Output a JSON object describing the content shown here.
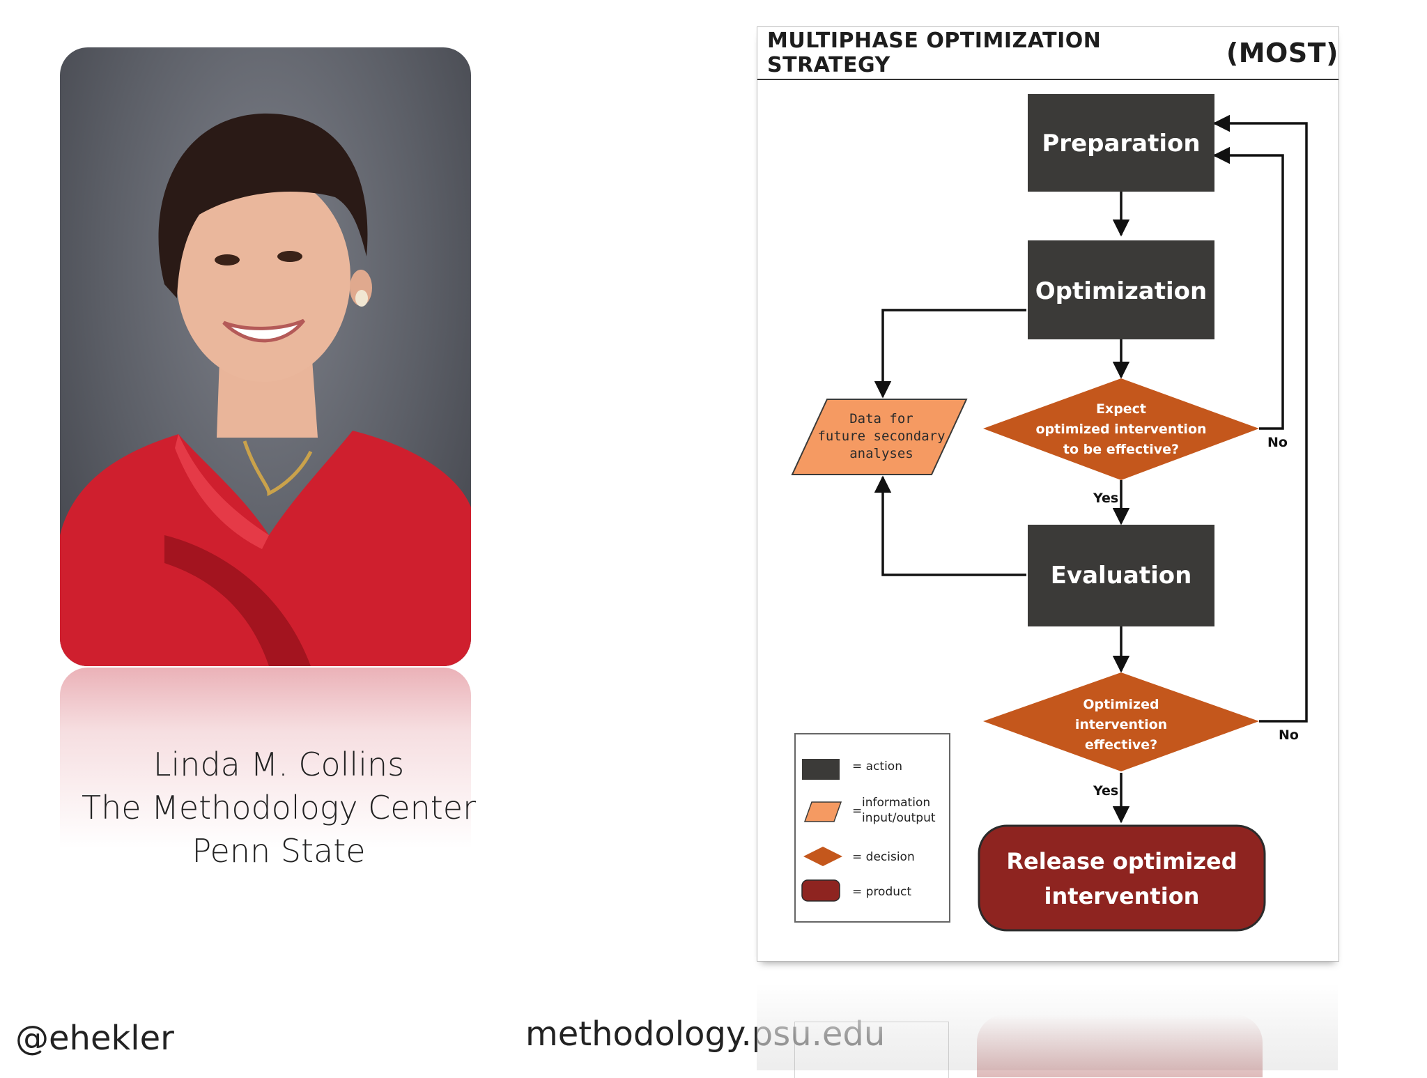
{
  "person": {
    "name": "Linda M. Collins",
    "affiliation": "The Methodology Center",
    "institution": "Penn State"
  },
  "footer": {
    "handle": "@ehekler",
    "url": "methodology.psu.edu"
  },
  "diagram": {
    "title": "MULTIPHASE OPTIMIZATION STRATEGY",
    "title_acronym": "(MOST)",
    "nodes": {
      "preparation": "Preparation",
      "optimization": "Optimization",
      "evaluation": "Evaluation",
      "data_line1": "Data for",
      "data_line2": "future secondary",
      "data_line3": "analyses",
      "decision1_line1": "Expect",
      "decision1_line2": "optimized intervention",
      "decision1_line3": "to be effective?",
      "decision2_line1": "Optimized",
      "decision2_line2": "intervention",
      "decision2_line3": "effective?",
      "release_line1": "Release optimized",
      "release_line2": "intervention"
    },
    "edge_labels": {
      "no1": "No",
      "yes1": "Yes",
      "no2": "No",
      "yes2": "Yes"
    },
    "legend": {
      "action": "= action",
      "io_line1": "information",
      "io_line2": "input/output",
      "io_prefix": "=",
      "decision": "= decision",
      "product": "= product"
    },
    "colors": {
      "action": "#3b3a38",
      "io": "#f59a62",
      "decision": "#c4571c",
      "product": "#8e2420"
    }
  }
}
